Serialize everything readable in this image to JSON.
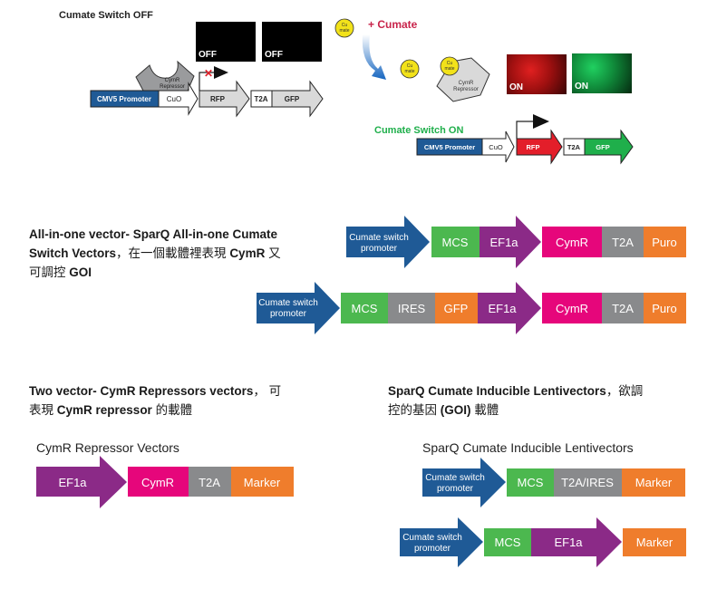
{
  "colors": {
    "promoter_blue": "#1f5a96",
    "mcs_green": "#4cb84f",
    "ef1a_purple": "#8b2a87",
    "cymr_magenta": "#e6067b",
    "t2a_gray": "#898a8c",
    "puro_orange": "#ef7d2c",
    "cumate_red": "#c8234a",
    "switch_on_green": "#1faf4b",
    "cumate_yellow": "#f2e21a"
  },
  "top_diagram": {
    "off_title": "Cumate Switch OFF",
    "off_images": [
      "OFF",
      "OFF"
    ],
    "off_construct": {
      "promoter": "CMV5 Promoter",
      "operator": "CuO",
      "gene1": "RFP",
      "linker": "T2A",
      "gene2": "GFP",
      "repressor_label_1": "CymR",
      "repressor_label_2": "Repressor",
      "blocked_mark": "✕"
    },
    "plus_cumate": "+ Cumate",
    "cumate_label_1": "Cu",
    "cumate_label_2": "mate",
    "on_images": [
      "ON",
      "ON"
    ],
    "repressor_label_1": "CymR",
    "repressor_label_2": "Repressor",
    "on_title": "Cumate Switch ON",
    "on_construct": {
      "promoter": "CMV5 Promoter",
      "operator": "CuO",
      "gene1": "RFP",
      "linker": "T2A",
      "gene2": "GFP"
    }
  },
  "all_in_one": {
    "heading_line1": "All-in-one vector- SparQ All-in-one Cumate",
    "heading_line2_a": "Switch Vectors",
    "heading_line2_b": "，在一個載體裡表現 ",
    "heading_line2_c": "CymR",
    "heading_line2_d": " 又",
    "heading_line3_a": "可調控 ",
    "heading_line3_b": "GOI",
    "vector1": [
      "Cumate switch promoter",
      "MCS",
      "EF1a",
      "CymR",
      "T2A",
      "Puro"
    ],
    "vector2": [
      "Cumate switch promoter",
      "MCS",
      "IRES",
      "GFP",
      "EF1a",
      "CymR",
      "T2A",
      "Puro"
    ]
  },
  "two_vector": {
    "heading_line1_a": "Two vector- CymR Repressors vectors",
    "heading_line1_b": "， 可",
    "heading_line2_a": "表現 ",
    "heading_line2_b": "CymR repressor",
    "heading_line2_c": " 的載體",
    "subtitle": "CymR Repressor Vectors",
    "vector": [
      "EF1a",
      "CymR",
      "T2A",
      "Marker"
    ]
  },
  "lentivectors": {
    "heading_line1_a": "SparQ Cumate Inducible Lentivectors",
    "heading_line1_b": "，欲調",
    "heading_line2_a": "控的基因 ",
    "heading_line2_b": "(GOI)",
    "heading_line2_c": " 載體",
    "subtitle": "SparQ Cumate Inducible Lentivectors",
    "vector1": [
      "Cumate switch promoter",
      "MCS",
      "T2A/IRES",
      "Marker"
    ],
    "vector2": [
      "Cumate switch promoter",
      "MCS",
      "EF1a",
      "Marker"
    ]
  }
}
